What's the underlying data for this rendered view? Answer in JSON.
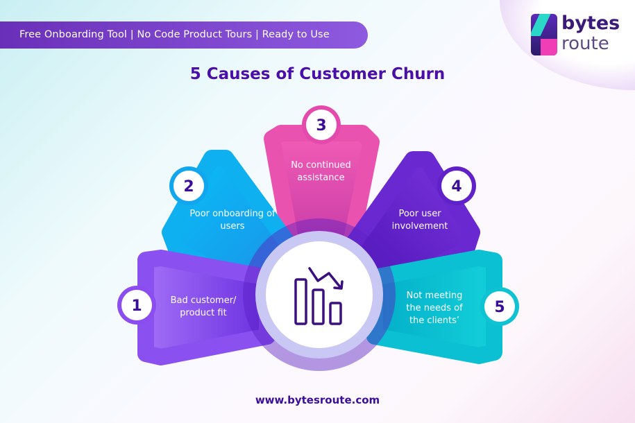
{
  "banner": {
    "text": "Free Onboarding Tool | No Code Product Tours | Ready to Use"
  },
  "logo": {
    "line1": "bytes",
    "line2": "route"
  },
  "title": "5 Causes of Customer Churn",
  "causes": [
    {
      "number": "1",
      "label": "Bad customer/ product fit",
      "color": "#8b4df0"
    },
    {
      "number": "2",
      "label": "Poor onboarding of users",
      "color": "#12a6ee"
    },
    {
      "number": "3",
      "label": "No continued assistance",
      "color": "#e44aac"
    },
    {
      "number": "4",
      "label": "Poor user involvement",
      "color": "#6022c8"
    },
    {
      "number": "5",
      "label": "Not meeting the needs of the clients’",
      "color": "#10c3d3"
    }
  ],
  "center_icon": "declining-bar-chart-icon",
  "footer": {
    "url": "www.bytesroute.com"
  }
}
